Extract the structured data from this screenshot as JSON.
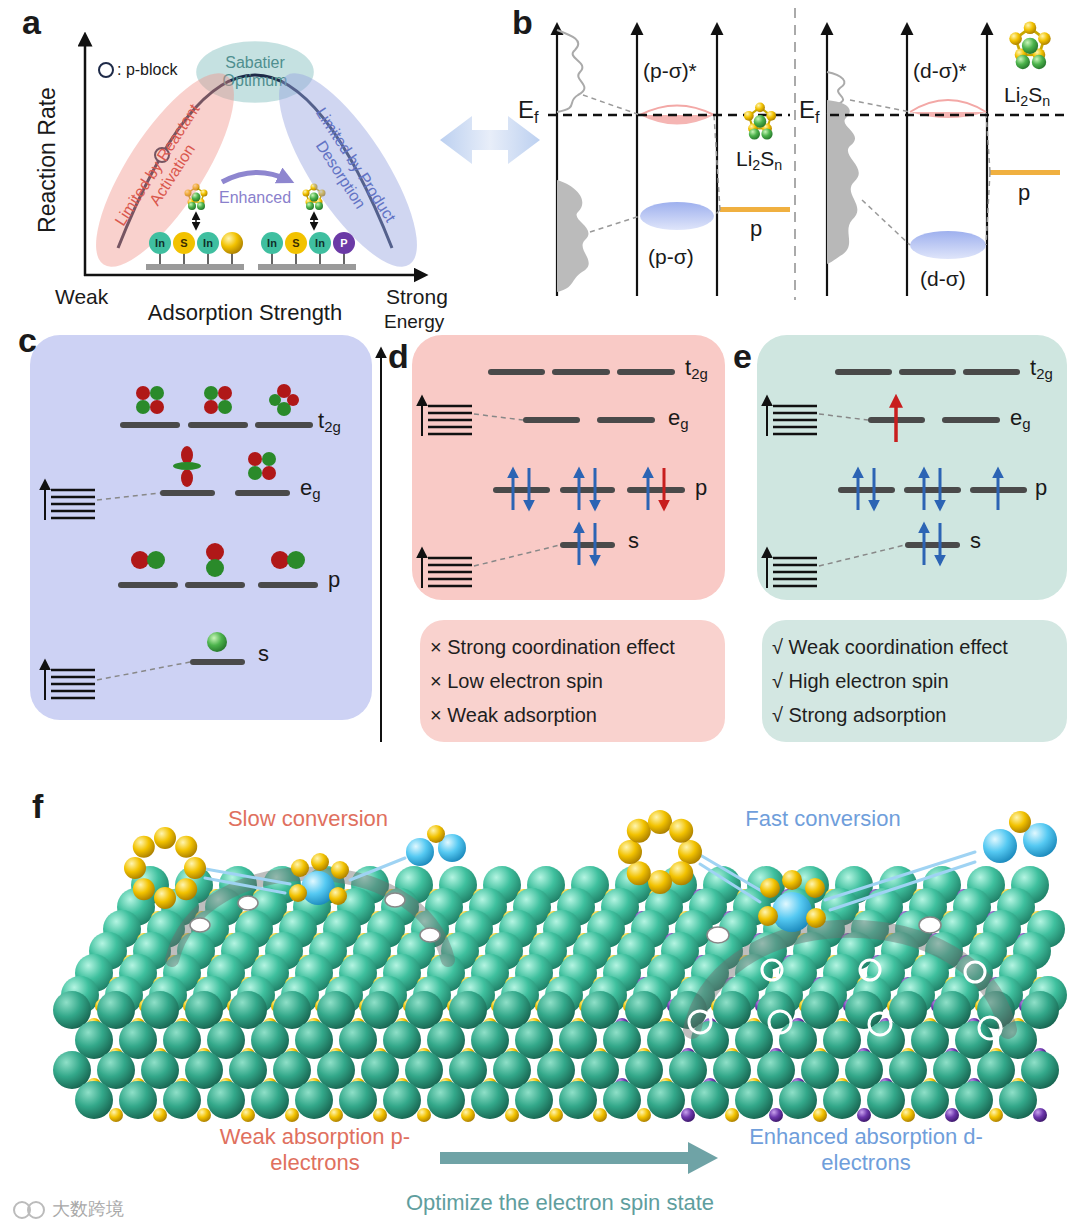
{
  "diagram": {
    "nodes": [
      {
        "text": [
          "Sabatier Optimum"
        ]
      },
      {
        "text": [
          "Limited by Reactant Activation"
        ]
      },
      {
        "text": [
          "Limited by Product Desorption"
        ]
      },
      {
        "text": [
          "In"
        ]
      },
      {
        "text": [
          "S"
        ]
      },
      {
        "text": [
          "In"
        ]
      },
      {
        "text": [
          "In"
        ]
      },
      {
        "text": [
          "S"
        ]
      },
      {
        "text": [
          "In"
        ]
      },
      {
        "text": [
          "P"
        ]
      },
      {
        "text": [
          "t",
          "2g",
          "e",
          "g",
          "p",
          "s"
        ]
      },
      {
        "text": [
          "t",
          "2g",
          "e",
          "g",
          "p",
          "s"
        ]
      },
      {
        "text": [
          "t",
          "2g",
          "e",
          "g",
          "p",
          "s"
        ]
      },
      {
        "text": [
          "× Strong coordination effect",
          "× Low electron spin",
          "× Weak adsorption"
        ]
      },
      {
        "text": [
          "√ Weak coordination effect",
          "√ High electron spin",
          "√ Strong adsorption"
        ]
      }
    ],
    "labels": [
      "a",
      "b",
      "c",
      "d",
      "e",
      "f",
      "Reaction Rate",
      "Weak",
      "Adsorption Strength",
      "Strong",
      "Enhanced",
      "E",
      "f",
      "(p-σ)*",
      "(p-σ)",
      "Li",
      "2",
      "S",
      "n",
      "p",
      "E",
      "f",
      "(d-σ)*",
      "(d-σ)",
      "Li",
      "2",
      "S",
      "n",
      "p",
      "Energy",
      "Slow conversion",
      "Fast conversion",
      "Weak absorption p-electrons",
      "Enhanced absorption d-electrons",
      "Optimize the electron spin state",
      "大数跨境"
    ],
    "legend": [
      {
        "text": ": p-block"
      }
    ]
  }
}
